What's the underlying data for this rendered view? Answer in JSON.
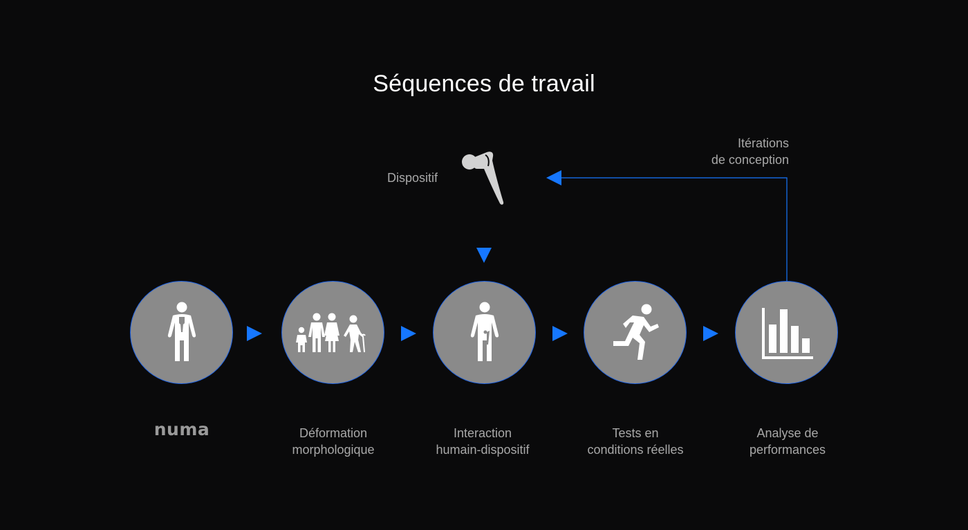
{
  "title": "Séquences de travail",
  "device": {
    "label": "Dispositif",
    "icon": "prosthesis-icon"
  },
  "iteration": {
    "line1": "Itérations",
    "line2": "de conception"
  },
  "steps": [
    {
      "icon": "person-icon",
      "brand": "numa"
    },
    {
      "icon": "family-icon",
      "line1": "Déformation",
      "line2": "morphologique"
    },
    {
      "icon": "person-with-device-icon",
      "line1": "Interaction",
      "line2": "humain-dispositif"
    },
    {
      "icon": "running-icon",
      "line1": "Tests en",
      "line2": "conditions réelles"
    },
    {
      "icon": "bar-chart-icon",
      "line1": "Analyse de",
      "line2": "performances"
    }
  ],
  "colors": {
    "background": "#0a0a0b",
    "circle_fill": "#8a8a8a",
    "accent": "#1677ff",
    "label": "#a8a8a8",
    "title": "#ffffff"
  }
}
